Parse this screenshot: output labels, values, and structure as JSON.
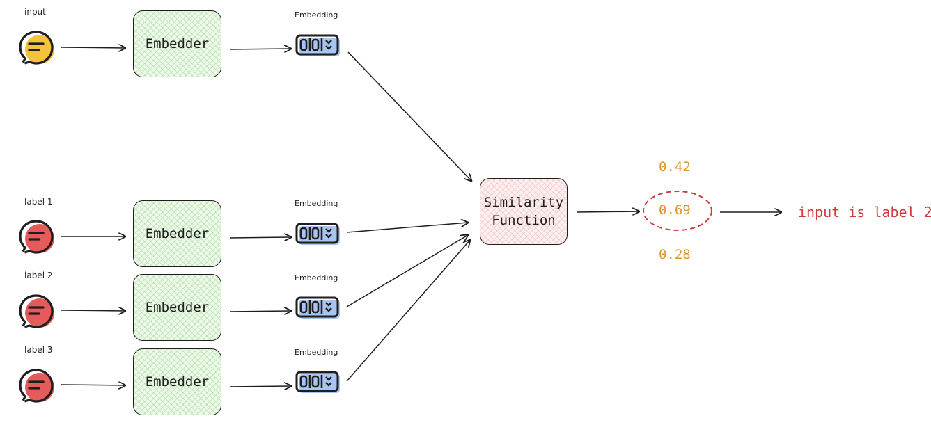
{
  "labels": {
    "input": "input",
    "label1": "label 1",
    "label2": "label 2",
    "label3": "label 3",
    "embedding": "Embedding"
  },
  "embedder_label": "Embedder",
  "similarity_label": "Similarity\nFunction",
  "scores": [
    "0.42",
    "0.69",
    "0.28"
  ],
  "result_text": "input is label 2!",
  "colors": {
    "input_icon": "#f3c33a",
    "label_icon": "#e55a5a",
    "embedder_fill": "#eef9ea",
    "similarity_fill": "#fdf0f0",
    "score": "#e0962e",
    "highlight": "#d03a3a",
    "embedding_fill": "#a8c4f0"
  },
  "icons": {
    "input": "chat-bubble-icon",
    "label": "chat-bubble-icon",
    "embedding": "vector-embedding-icon"
  }
}
